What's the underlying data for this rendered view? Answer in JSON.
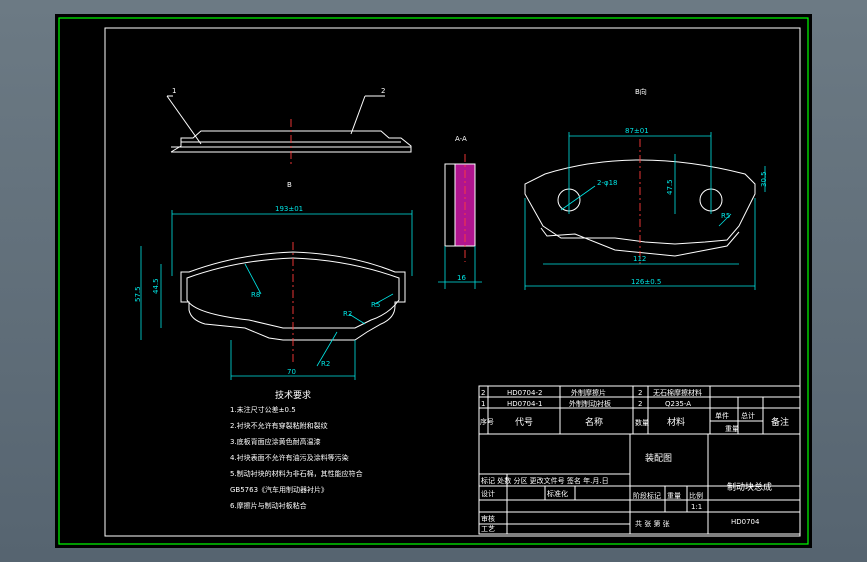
{
  "sheet": {
    "view_b_label": "B",
    "view_b_dir_label": "B向",
    "section_label": "A-A",
    "balloons": [
      "1",
      "2"
    ]
  },
  "dimensions": {
    "front_width": "193±01",
    "front_height_outer": "57.5",
    "front_height_inner": "44.5",
    "front_bottom": "70",
    "r_large": "R8",
    "r_mid": "R5",
    "r_small": "R2",
    "r_bottom": "R2",
    "section_width": "16",
    "view_top": "87±01",
    "hole_dia": "2-φ18",
    "view_h1": "47.5",
    "view_h2": "30.5",
    "view_r": "R5",
    "view_bottom": "112",
    "view_overall": "126±0.5"
  },
  "tech": {
    "title": "技术要求",
    "items": [
      "1.未注尺寸公差±0.5",
      "2.衬块不允许有穿裂粘附和裂纹",
      "3.底板背面应涂黄色耐高温漆",
      "4.衬块表面不允许有油污及涂料等污染",
      "5.制动衬块的材料为非石棉，其性能应符合",
      "GB5763《汽车用制动器衬片》",
      "6.摩擦片与制动衬板粘合"
    ]
  },
  "bom": {
    "rows": [
      {
        "no": "2",
        "code": "HD0704-2",
        "name": "外制摩擦片",
        "qty": "2",
        "material": "无石棉摩擦材料"
      },
      {
        "no": "1",
        "code": "HD0704-1",
        "name": "外制制动衬板",
        "qty": "2",
        "material": "Q235-A"
      }
    ],
    "header": {
      "no": "序号",
      "code": "代号",
      "name": "名称",
      "qty": "数量",
      "material": "材料",
      "unit_weight": "单件",
      "total_weight": "总计",
      "weight": "重量",
      "remark": "备注"
    }
  },
  "title_block": {
    "drawing_name": "装配图",
    "product_name": "制动块总成",
    "drawing_no": "HD0704",
    "scale_value": "1:1",
    "labels": {
      "change_row": "标记 处数 分区 更改文件号 签名 年.月.日",
      "design": "设计",
      "standard": "标准化",
      "stage": "阶段标记",
      "weight": "重量",
      "scale": "比例",
      "check": "审核",
      "process": "工艺",
      "sheets": "共 张 第 张"
    }
  }
}
